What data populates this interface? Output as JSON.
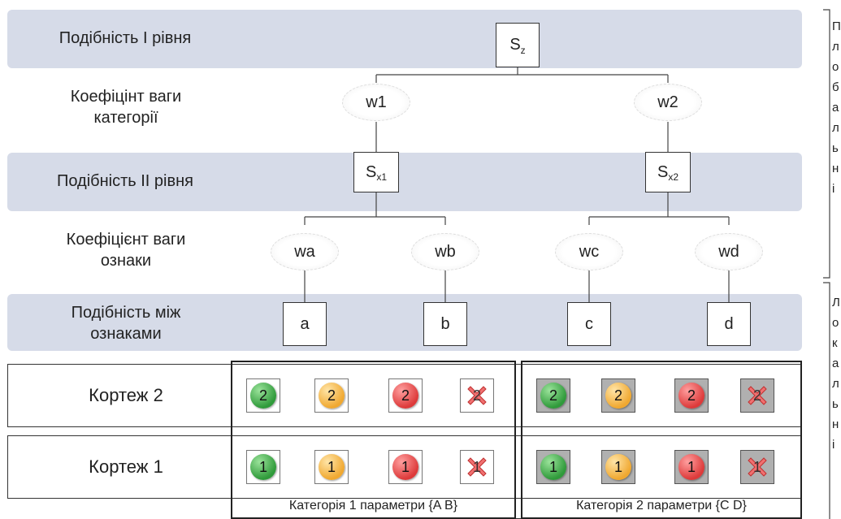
{
  "levels": {
    "level1": "Подібність I рівня",
    "cat_weight": "Коефіцінт ваги категорії",
    "level2": "Подібність II рівня",
    "feat_weight": "Коефіцієнт ваги ознаки",
    "feat_sim": "Подібність між ознаками"
  },
  "nodes": {
    "sz_main": "S",
    "sz_sub": "z",
    "sx1_main": "S",
    "sx1_sub": "x1",
    "sx2_main": "S",
    "sx2_sub": "x2",
    "w1": "w1",
    "w2": "w2",
    "wa": "wa",
    "wb": "wb",
    "wc": "wc",
    "wd": "wd",
    "a": "a",
    "b": "b",
    "c": "c",
    "d": "d"
  },
  "tuples": {
    "row2_label": "Кортеж 2",
    "row1_label": "Кортеж 1",
    "row2_value": "2",
    "row1_value": "1"
  },
  "captions": {
    "cat1": "Категорія 1 параметри {A B}",
    "cat2": "Категорія 2 параметри {C D}"
  },
  "side": {
    "top_letters": [
      "П",
      "л",
      "о",
      "б",
      "а",
      "л",
      "ь",
      "н",
      "і"
    ],
    "bottom_letters": [
      "Л",
      "о",
      "к",
      "а",
      "л",
      "ь",
      "н",
      "і"
    ]
  },
  "colors": {
    "band": "#d6dbe8",
    "green": "#2f9a3a",
    "orange": "#f0a830",
    "red": "#dd3a3a",
    "gray_cell": "#b0b0b0"
  }
}
